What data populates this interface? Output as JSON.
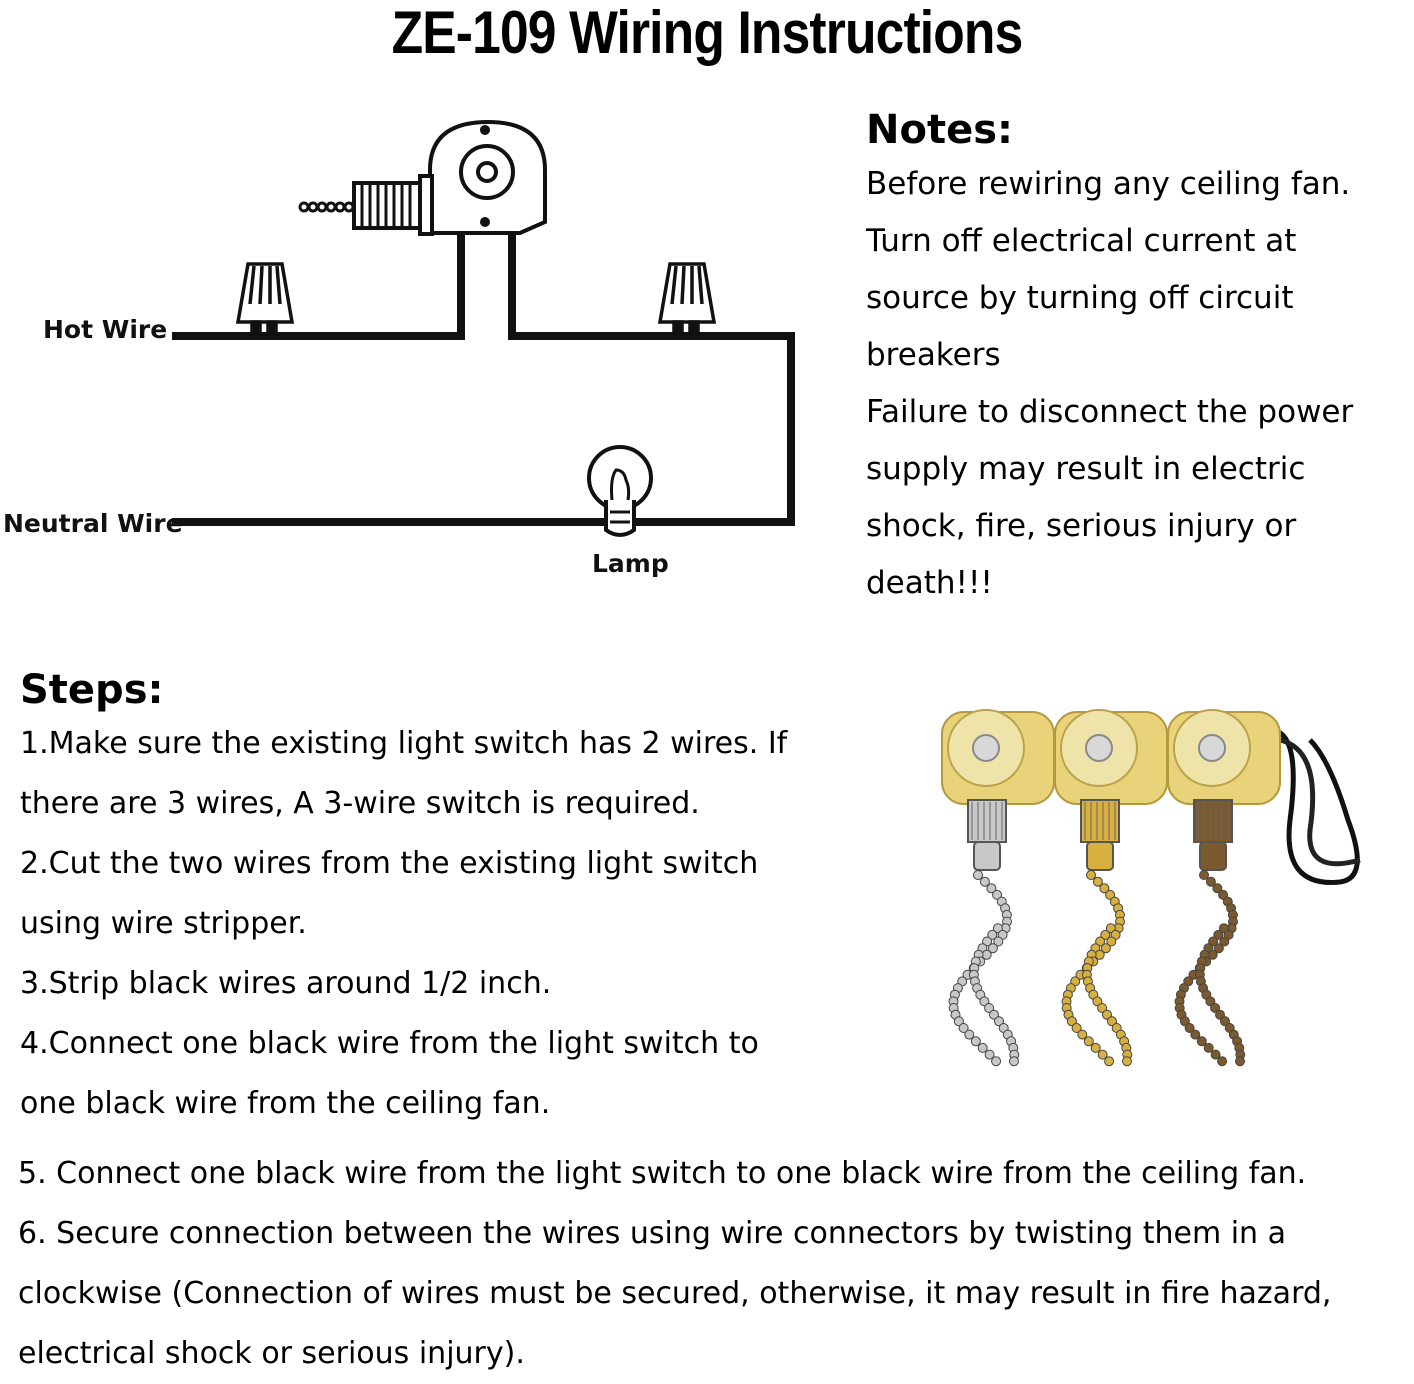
{
  "title": "ZE-109 Wiring Instructions",
  "diagram": {
    "hot_wire_label": "Hot Wire",
    "neutral_wire_label": "Neutral Wire",
    "lamp_label": "Lamp"
  },
  "notes": {
    "heading": "Notes:",
    "lines": [
      "Before rewiring any ceiling fan.",
      "Turn off electrical current at",
      "source by turning off circuit",
      "breakers",
      "Failure to disconnect the power",
      "supply may result in electric",
      "shock, fire, serious injury or",
      "death!!!"
    ]
  },
  "steps": {
    "heading": "Steps:",
    "upper_lines": [
      "1.Make sure the existing light switch has 2 wires. If",
      "there are 3 wires, A 3-wire switch is required.",
      "2.Cut the two wires from the existing light switch",
      "using wire stripper.",
      "3.Strip black wires around 1/2 inch.",
      "4.Connect one black wire from the light switch to",
      "one black wire from the ceiling fan."
    ],
    "lower_lines": [
      "5. Connect one black wire from the light switch to one black wire from the ceiling fan.",
      "6. Secure connection between the wires using wire connectors by twisting them in a",
      "clockwise (Connection of wires must be secured, otherwise, it may result in fire hazard,",
      "electrical shock or serious injury)."
    ]
  },
  "product_switches": [
    {
      "finish": "silver",
      "color": "#c8c8c8"
    },
    {
      "finish": "gold",
      "color": "#d8b040"
    },
    {
      "finish": "bronze",
      "color": "#7a5a2e"
    }
  ]
}
